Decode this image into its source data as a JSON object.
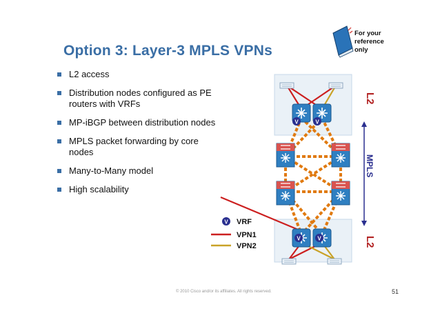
{
  "slide": {
    "title": "Option 3: Layer-3 MPLS VPNs",
    "bullets": [
      "L2 access",
      "Distribution nodes configured as PE routers with VRFs",
      "MP-iBGP between distribution nodes",
      "MPLS packet forwarding by core nodes",
      "Many-to-Many model",
      "High scalability"
    ],
    "reference_note": "For your reference only",
    "footer": "© 2010 Cisco and/or its affiliates. All rights reserved.",
    "page_number": "51"
  },
  "diagram": {
    "side_labels": {
      "top": "L2",
      "middle": "MPLS",
      "bottom": "L2"
    },
    "vrf_marker": "V",
    "legend": {
      "vrf": "VRF",
      "vpn1": "VPN1",
      "vpn2": "VPN2"
    },
    "colors": {
      "title": "#3a6ea5",
      "vpn1": "#cc1f1f",
      "vpn2": "#c9a227",
      "mpls_link": "#e07a10",
      "router": "#2f7fc1",
      "vrf_badge": "#2a2f8f",
      "l2_label": "#b22222",
      "mpls_label": "#2a2f8f"
    },
    "icons": [
      "book-icon",
      "switch-icon",
      "router-icon",
      "vrf-badge-icon"
    ]
  }
}
